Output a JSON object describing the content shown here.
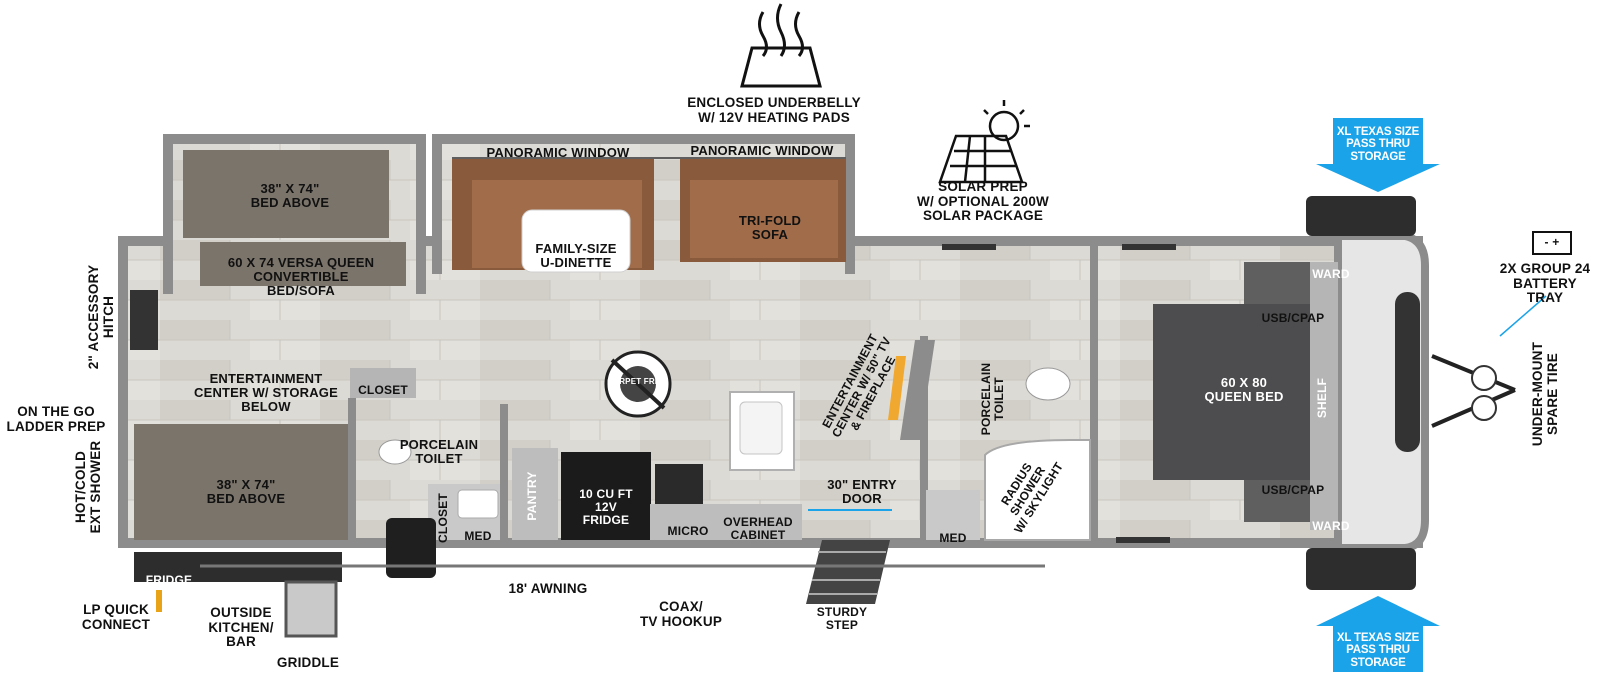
{
  "features": {
    "underbelly": "ENCLOSED UNDERBELLY\nW/ 12V HEATING PADS",
    "solar": "SOLAR PREP\nW/ OPTIONAL 200W\nSOLAR PACKAGE",
    "battery": "2X GROUP 24\nBATTERY\nTRAY",
    "battery_symbol": "-  +",
    "spare_tire": "UNDER-MOUNT\nSPARE TIRE",
    "accessory_hitch": "2\" ACCESSORY\nHITCH",
    "ladder": "ON THE GO\nLADDER PREP",
    "ext_shower": "HOT/COLD\nEXT SHOWER",
    "lp_connect": "LP QUICK\nCONNECT",
    "outside_kitchen": "OUTSIDE\nKITCHEN/\nBAR",
    "griddle": "GRIDDLE",
    "awning": "18' AWNING",
    "coax": "COAX/\nTV HOOKUP",
    "sturdy_step": "STURDY\nSTEP",
    "entry_door": "30\" ENTRY\nDOOR",
    "storage_top": "XL TEXAS SIZE\nPASS THRU\nSTORAGE",
    "storage_bottom": "XL TEXAS SIZE\nPASS THRU\nSTORAGE"
  },
  "rooms": {
    "bed_above_top": "38\" X 74\"\nBED ABOVE",
    "versa_bed": "60 X 74 VERSA QUEEN\nCONVERTIBLE\nBED/SOFA",
    "entertainment_rear": "ENTERTAINMENT\nCENTER W/ STORAGE\nBELOW",
    "bed_above_bottom": "38\" X 74\"\nBED ABOVE",
    "closet_rear": "CLOSET",
    "porcelain_toilet_rear": "PORCELAIN\nTOILET",
    "closet_bath": "CLOSET",
    "med_rear": "MED",
    "fridge_outside": "FRIDGE",
    "panoramic_window_left": "PANORAMIC WINDOW",
    "panoramic_window_right": "PANORAMIC WINDOW",
    "dinette": "FAMILY-SIZE\nU-DINETTE",
    "sofa": "TRI-FOLD\nSOFA",
    "carpet_free": "CARPET FREE!",
    "pantry": "PANTRY",
    "fridge": "10 CU FT\n12V\nFRIDGE",
    "micro": "MICRO",
    "overhead_cabinet": "OVERHEAD\nCABINET",
    "entertainment_front": "ENTERTAINMENT\nCENTER W/ 50\" TV\n& FIREPLACE",
    "porcelain_toilet_front": "PORCELAIN\nTOILET",
    "radius_shower": "RADIUS\nSHOWER\nW/ SKYLIGHT",
    "med_front": "MED",
    "usb_top": "USB/CPAP",
    "usb_bottom": "USB/CPAP",
    "queen_bed": "60 X  80\nQUEEN BED",
    "shelf": "SHELF",
    "ward_top": "WARD",
    "ward_bottom": "WARD"
  },
  "colors": {
    "wall": "#8c8c8c",
    "wall_dark": "#5f5f5f",
    "floor": "#d9d7d2",
    "bunk": "#7b746b",
    "sofa": "#8a5a3c",
    "bed_dark": "#4d4d4f",
    "storage_arrow": "#1aa3e8",
    "fridge_black": "#1b1b1b"
  }
}
